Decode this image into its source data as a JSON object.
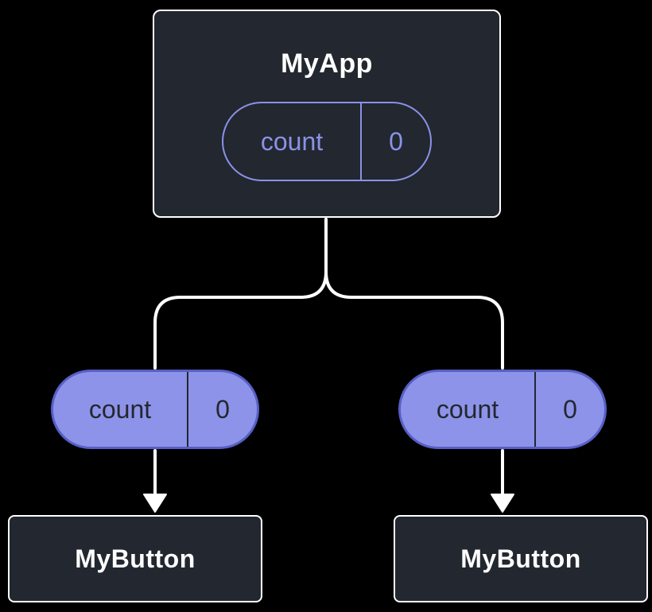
{
  "root_component": {
    "title": "MyApp",
    "state": {
      "name": "count",
      "value": "0"
    }
  },
  "left_prop": {
    "name": "count",
    "value": "0"
  },
  "right_prop": {
    "name": "count",
    "value": "0"
  },
  "left_child": {
    "title": "MyButton"
  },
  "right_child": {
    "title": "MyButton"
  },
  "colors": {
    "background": "#000000",
    "box_fill": "#23272f",
    "box_border": "#ffffff",
    "box_text": "#ffffff",
    "pill_outline": "#8a92e8",
    "pill_fill": "#8d93e8",
    "pill_fill_border": "#575fc7",
    "pill_text_dark": "#23272f",
    "connector": "#ffffff"
  }
}
